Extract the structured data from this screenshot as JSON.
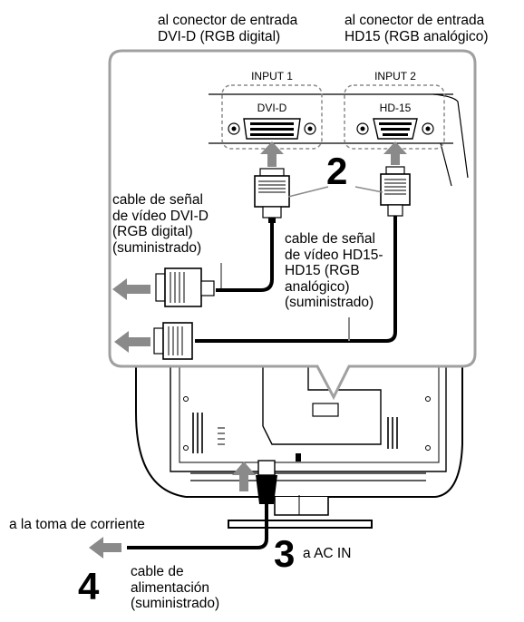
{
  "top_labels": {
    "dvi": "al conector de entrada\nDVI-D (RGB digital)",
    "hd15": "al conector de entrada\nHD15 (RGB analógico)"
  },
  "ports": {
    "input1_title": "INPUT 1",
    "input1_name": "DVI-D",
    "input2_title": "INPUT 2",
    "input2_name": "HD-15"
  },
  "steps": {
    "two": "2",
    "three": "3",
    "four": "4"
  },
  "cables": {
    "dvi_label": "cable de señal\nde vídeo DVI-D\n(RGB digital)\n(suministrado)",
    "hd15_label": "cable de señal\nde vídeo HD15-\nHD15 (RGB\nanalógico)\n(suministrado)"
  },
  "power": {
    "outlet_label": "a la toma de corriente",
    "ac_in_label": "a AC IN",
    "cord_label": "cable de\nalimentación\n(suministrado)"
  }
}
